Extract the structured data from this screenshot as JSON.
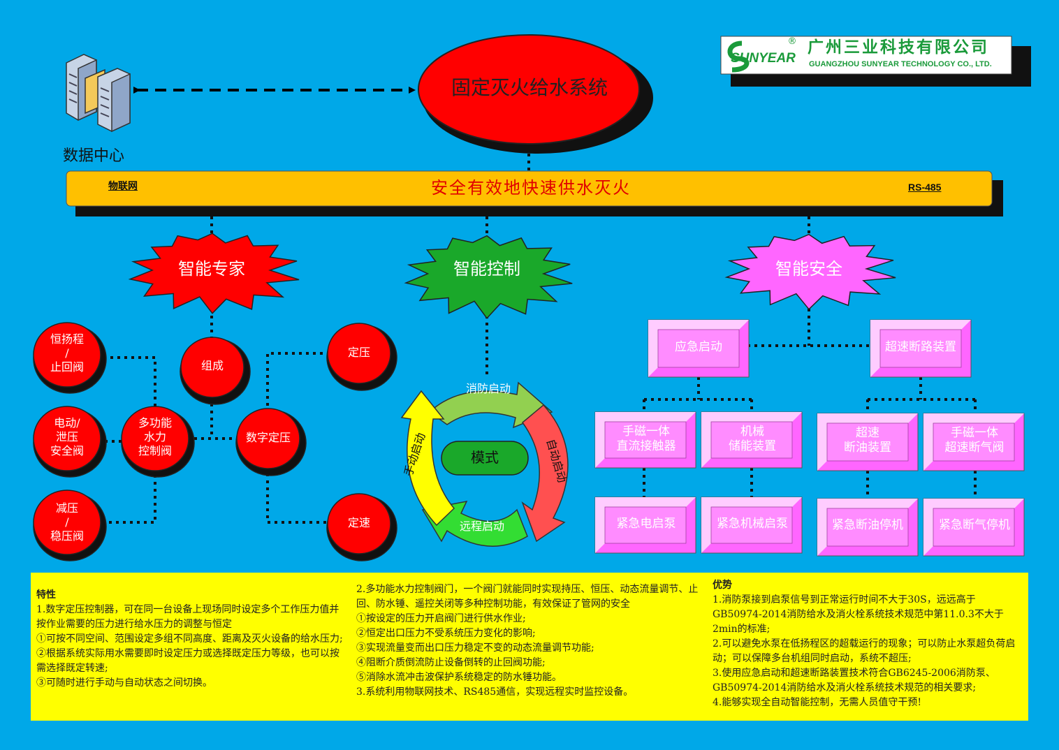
{
  "logo": {
    "brand": "SUNYEAR",
    "registered": "®",
    "company_cn": "广州三业科技有限公司",
    "company_en": "GUANGZHOU SUNYEAR TECHNOLOGY CO., LTD."
  },
  "top": {
    "title": "固定灭火给水系统",
    "data_center": "数据中心",
    "banner_left": "物联网",
    "banner_center": "安全有效地快速供水灭火",
    "banner_right": "RS-485"
  },
  "bursts": {
    "expert": "智能专家",
    "control": "智能控制",
    "safety": "智能安全"
  },
  "expert_nodes": {
    "n1": "恒扬程\n/\n止回阀",
    "n2": "电动/\n泄压\n安全阀",
    "n3": "减压\n/\n稳压阀",
    "n4": "组成",
    "n5": "多功能\n水力\n控制阀",
    "n6": "数字定压",
    "n7": "定压",
    "n8": "定速"
  },
  "cycle": {
    "center": "模式",
    "top": "消防启动",
    "right": "自动启动",
    "bottom": "远程启动",
    "left": "手动启动"
  },
  "safety_boxes": {
    "b1": "应急启动",
    "b2": "超速断路装置",
    "b3": "手磁一体\n直流接触器",
    "b4": "机械\n储能装置",
    "b5": "超速\n断油装置",
    "b6": "手磁一体\n超速断气阀",
    "b7": "紧急电启泵",
    "b8": "紧急机械启泵",
    "b9": "紧急断油停机",
    "b10": "紧急断气停机"
  },
  "panel1": {
    "heading": "特性",
    "lines": [
      "1.数字定压控制器，可在同一台设备上现场同时设定多个工作压力值并按作业需要的压力进行给水压力的调整与恒定",
      "①可按不同空间、范围设定多组不同高度、距离及灭火设备的给水压力;",
      "②根据系统实际用水需要即时设定压力或选择既定压力等级，也可以按需选择既定转速;",
      "③可随时进行手动与自动状态之间切换。"
    ]
  },
  "panel2": {
    "lines": [
      "2.多功能水力控制阀门，一个阀门就能同时实现持压、恒压、动态流量调节、止回、防水锤、遥控关闭等多种控制功能，有效保证了管网的安全",
      "①按设定的压力开启阀门进行供水作业;",
      "②恒定出口压力不受系统压力变化的影响;",
      "③实现流量变而出口压力稳定不变的动态流量调节功能;",
      "④阻断介质倒流防止设备倒转的止回阀功能;",
      "⑤消除水流冲击波保护系统稳定的防水锤功能。",
      "3.系统利用物联网技术、RS485通信，实现远程实时监控设备。"
    ]
  },
  "panel3": {
    "heading": "优势",
    "lines": [
      "1.消防泵接到启泵信号到正常运行时间不大于30S，远远高于GB50974-2014消防给水及消火栓系统技术规范中第11.0.3不大于2min的标准;",
      "2.可以避免水泵在低扬程区的超载运行的现象；可以防止水泵超负荷启动；可以保障多台机组同时启动，系统不超压;",
      "3.使用应急启动和超速断路装置技术符合GB6245-2006消防泵、GB50974-2014消防给水及消火栓系统技术规范的相关要求;",
      "4.能够实现全自动智能控制，无需人员值守干预!"
    ]
  },
  "colors": {
    "background": "#00a8e8",
    "ellipse_red": "#ff0000",
    "banner": "#ffc000",
    "burst_expert": "#ff0000",
    "burst_control": "#1aa82a",
    "burst_safety": "#ff66ff",
    "pink_box": "#ff8cff",
    "panel_yellow": "#ffff00"
  }
}
